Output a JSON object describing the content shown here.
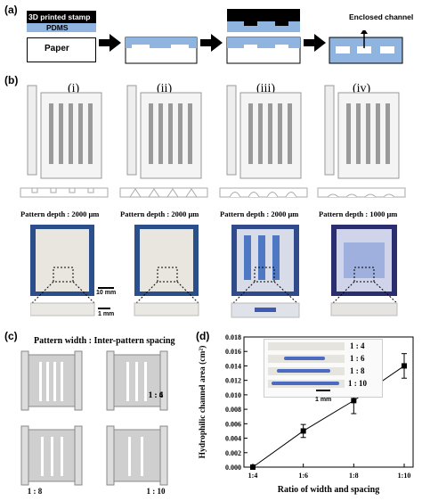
{
  "panel_a": {
    "label": "(a)",
    "stamp_label": "3D printed stamp",
    "pdms_label": "PDMS",
    "paper_label": "Paper",
    "enclosed_label": "Enclosed channel"
  },
  "panel_b": {
    "label": "(b)",
    "items": [
      {
        "roman": "(i)",
        "caption": "Pattern depth : 2000 μm",
        "profile": "rect"
      },
      {
        "roman": "(ii)",
        "caption": "Pattern depth : 2000 μm",
        "profile": "triangle"
      },
      {
        "roman": "(iii)",
        "caption": "Pattern depth : 2000 μm",
        "profile": "round"
      },
      {
        "roman": "(iv)",
        "caption": "Pattern depth : 1000 μm",
        "profile": "round"
      }
    ],
    "scale_10mm": "10 mm",
    "scale_1mm": "1 mm"
  },
  "panel_c": {
    "label": "(c)",
    "title": "Pattern width : Inter-pattern spacing",
    "ratios": [
      "1 : 4",
      "1 : 6",
      "1 : 8",
      "1 : 10"
    ]
  },
  "panel_d": {
    "label": "(d)",
    "inset_labels": [
      "1 : 4",
      "1 : 6",
      "1 : 8",
      "1 : 10"
    ],
    "inset_scale": "1 mm"
  },
  "colors": {
    "stamp": "#000000",
    "pdms": "#8fb4df",
    "paper_bg": "#2b4f8a",
    "paper_white": "#e8e6df"
  },
  "chart_data": {
    "type": "line",
    "categories": [
      "1:4",
      "1:6",
      "1:8",
      "1:10"
    ],
    "values": [
      0.0,
      0.005,
      0.0092,
      0.014
    ],
    "errors": [
      0.0,
      0.0009,
      0.0018,
      0.0017
    ],
    "xlabel": "Ratio of width and spacing",
    "ylabel": "Hydrophilic channel area (cm²)",
    "ylim": [
      0,
      0.018
    ],
    "yticks": [
      "0.000",
      "0.002",
      "0.004",
      "0.006",
      "0.008",
      "0.010",
      "0.012",
      "0.014",
      "0.016",
      "0.018"
    ],
    "grid": false,
    "legend": "none"
  }
}
